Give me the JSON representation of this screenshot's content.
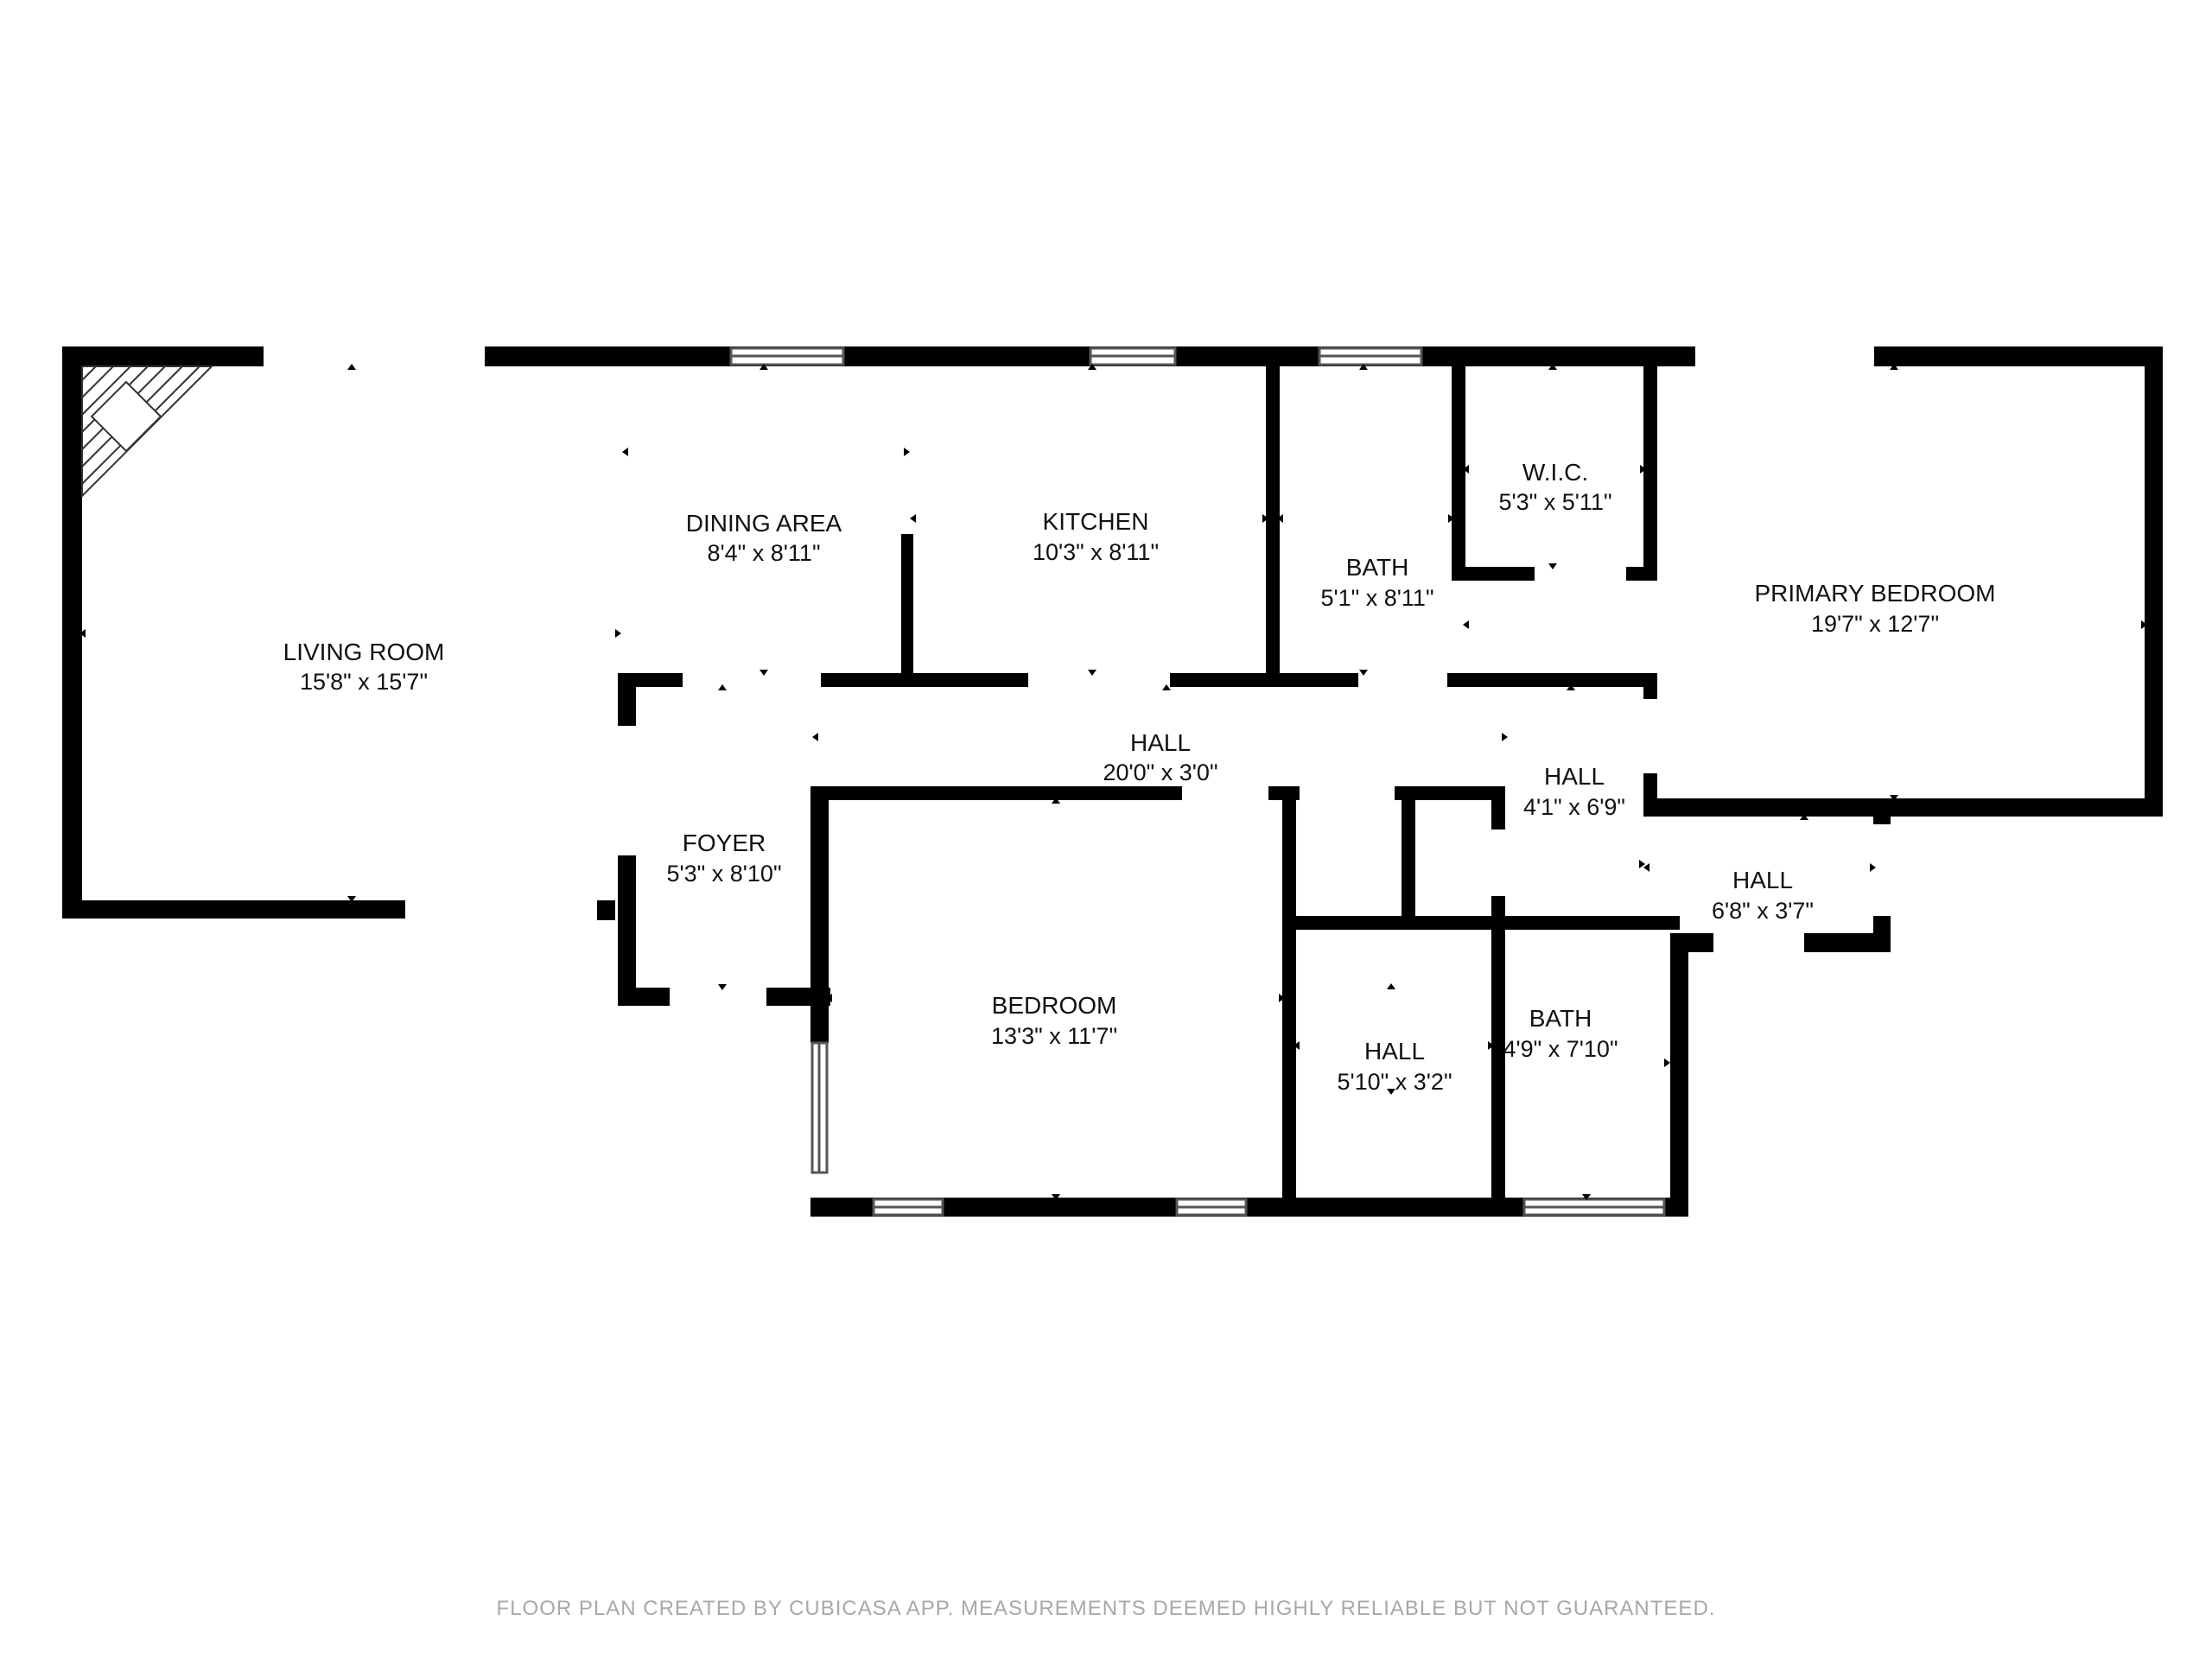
{
  "colors": {
    "wall": "#000000",
    "opening": "#ffffff",
    "window_frame": "#555555",
    "footer_text": "#a8a8a8"
  },
  "rooms": [
    {
      "id": "living-room",
      "name": "LIVING ROOM",
      "dims": "15'8\" x 15'7\""
    },
    {
      "id": "dining-area",
      "name": "DINING AREA",
      "dims": "8'4\" x 8'11\""
    },
    {
      "id": "kitchen",
      "name": "KITCHEN",
      "dims": "10'3\" x 8'11\""
    },
    {
      "id": "bath-1",
      "name": "BATH",
      "dims": "5'1\" x 8'11\""
    },
    {
      "id": "wic",
      "name": "W.I.C.",
      "dims": "5'3\" x 5'11\""
    },
    {
      "id": "primary-bedroom",
      "name": "PRIMARY BEDROOM",
      "dims": "19'7\" x 12'7\""
    },
    {
      "id": "hall-main",
      "name": "HALL",
      "dims": "20'0\" x 3'0\""
    },
    {
      "id": "hall-2",
      "name": "HALL",
      "dims": "4'1\" x 6'9\""
    },
    {
      "id": "foyer",
      "name": "FOYER",
      "dims": "5'3\" x 8'10\""
    },
    {
      "id": "hall-3",
      "name": "HALL",
      "dims": "6'8\" x 3'7\""
    },
    {
      "id": "bedroom",
      "name": "BEDROOM",
      "dims": "13'3\" x 11'7\""
    },
    {
      "id": "hall-4",
      "name": "HALL",
      "dims": "5'10\" x 3'2\""
    },
    {
      "id": "bath-2",
      "name": "BATH",
      "dims": "4'9\" x 7'10\""
    }
  ],
  "icons": {
    "fireplace": "fireplace-icon"
  },
  "footer": {
    "text": "FLOOR PLAN CREATED BY CUBICASA APP. MEASUREMENTS DEEMED HIGHLY RELIABLE BUT NOT GUARANTEED."
  }
}
